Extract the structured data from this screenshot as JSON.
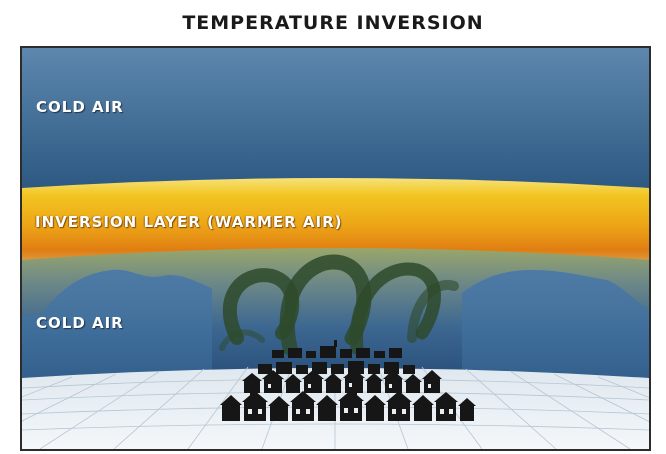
{
  "diagram": {
    "title": "TEMPERATURE INVERSION",
    "layers": {
      "upper_cold_air": "COLD AIR",
      "inversion_layer": "INVERSION LAYER (WARMER AIR)",
      "lower_cold_air": "COLD AIR"
    },
    "colors": {
      "cold_air_top": "#5c85ab",
      "cold_air_bottom": "#2d577e",
      "inversion_yellow": "#f1c21a",
      "inversion_orange": "#e07a10",
      "haze": "#8a9b6a",
      "smog_swirl": "#2f4a2a",
      "ground": "#e6eef4",
      "grid": "#b4c4d0",
      "houses": "#1a1a1a"
    }
  }
}
